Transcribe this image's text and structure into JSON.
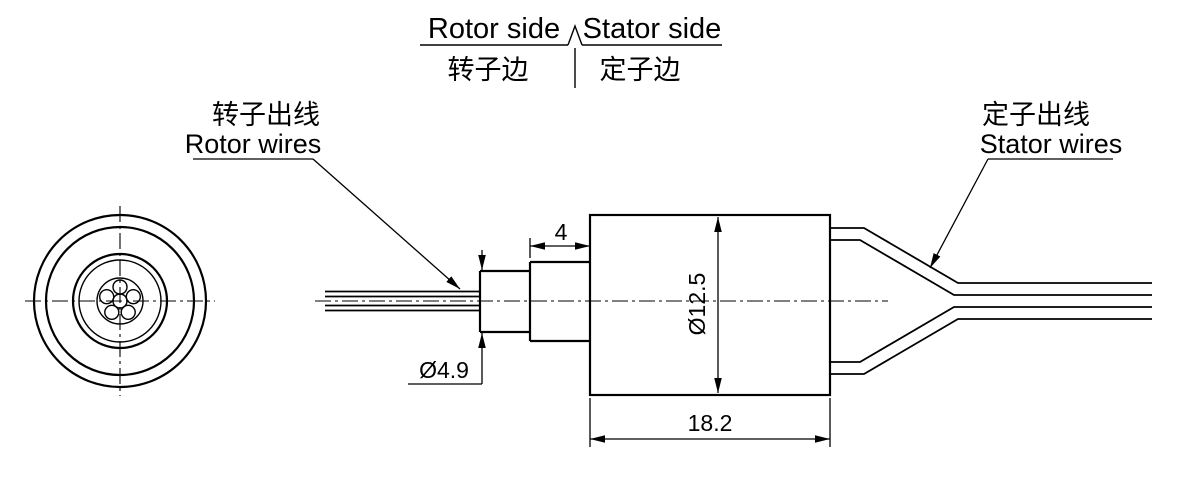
{
  "header": {
    "rotor_side_en": "Rotor side",
    "stator_side_en": "Stator side",
    "rotor_side_zh": "转子边",
    "stator_side_zh": "定子边"
  },
  "callouts": {
    "rotor_wires_zh": "转子出线",
    "rotor_wires_en": "Rotor wires",
    "stator_wires_zh": "定子出线",
    "stator_wires_en": "Stator wires"
  },
  "dimensions": {
    "step_length": "4",
    "body_diameter": "Ø12.5",
    "shaft_diameter": "Ø4.9",
    "body_length": "18.2"
  },
  "colors": {
    "line": "#000000",
    "background": "#ffffff"
  }
}
